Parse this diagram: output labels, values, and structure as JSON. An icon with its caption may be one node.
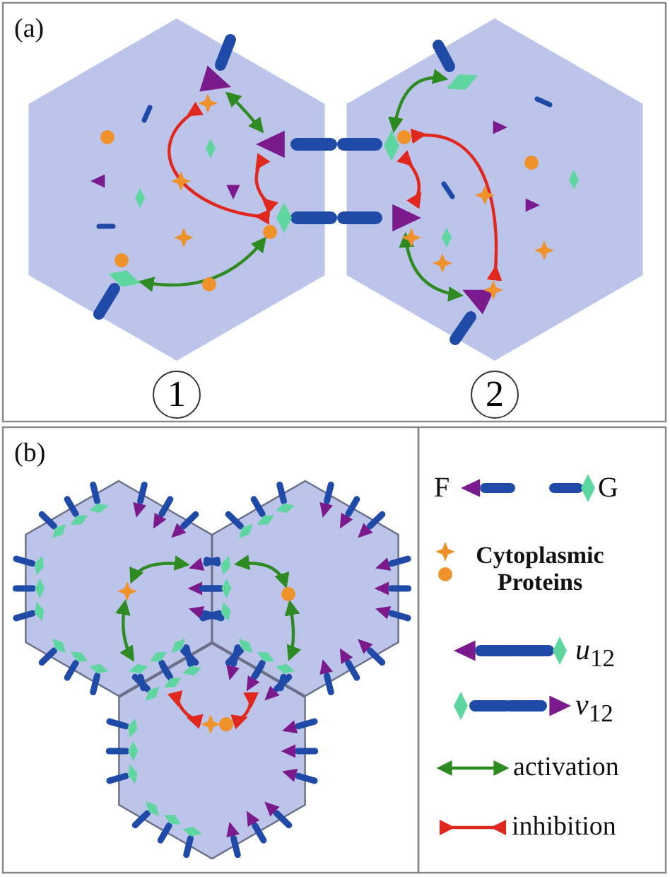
{
  "diagram": {
    "nodes": [
      {
        "text": [
          "1"
        ]
      },
      {
        "text": [
          "2"
        ]
      },
      {
        "text": [],
        "shape": "triangle"
      },
      {
        "text": [],
        "shape": "triangle"
      },
      {
        "text": [],
        "shape": "diamond"
      },
      {
        "text": [],
        "shape": "circle"
      },
      {
        "text": [],
        "shape": "diamond"
      },
      {
        "text": [],
        "shape": "star"
      },
      {
        "text": [],
        "shape": "diamond"
      },
      {
        "text": [],
        "shape": "diamond"
      },
      {
        "text": [],
        "shape": "triangle"
      },
      {
        "text": [],
        "shape": "triangle"
      },
      {
        "text": [],
        "shape": "circle"
      },
      {
        "text": [],
        "shape": "star"
      },
      {
        "text": [],
        "shape": "star"
      },
      {
        "text": [],
        "shape": "circle"
      },
      {
        "text": [],
        "shape": "star"
      },
      {
        "text": [],
        "shape": "circle"
      },
      {
        "text": [],
        "shape": "circle"
      },
      {
        "text": [],
        "shape": "circle"
      },
      {
        "text": [],
        "shape": "circle"
      },
      {
        "text": [],
        "shape": "circle"
      },
      {
        "text": [],
        "shape": "star"
      },
      {
        "text": [],
        "shape": "star"
      },
      {
        "text": [],
        "shape": "star"
      },
      {
        "text": [],
        "shape": "star"
      },
      {
        "text": [],
        "shape": "star"
      },
      {
        "text": [],
        "shape": "star"
      },
      {
        "text": [],
        "shape": "triangle"
      },
      {
        "text": [],
        "shape": "triangle"
      },
      {
        "text": [],
        "shape": "triangle"
      },
      {
        "text": [],
        "shape": "triangle"
      },
      {
        "text": [],
        "shape": "diamond"
      },
      {
        "text": [],
        "shape": "diamond"
      },
      {
        "text": [],
        "shape": "diamond"
      },
      {
        "text": [],
        "shape": "diamond"
      },
      {
        "text": [],
        "shape": "triangle"
      },
      {
        "text": [],
        "shape": "diamond"
      },
      {
        "text": [],
        "shape": "diamond"
      },
      {
        "text": [],
        "shape": "diamond"
      },
      {
        "text": [],
        "shape": "diamond"
      },
      {
        "text": [],
        "shape": "triangle"
      }
    ],
    "edges": [
      {
        "from": 2,
        "to": 3,
        "arrow": "both"
      },
      {
        "from": 4,
        "to": 5,
        "arrow": "both"
      },
      {
        "from": 8,
        "to": 9,
        "arrow": "both"
      },
      {
        "from": 10,
        "to": 11,
        "arrow": "both"
      },
      {
        "from": 7,
        "to": 6,
        "arrow": "other",
        "color": "#e0281e"
      },
      {
        "from": 6,
        "to": 3,
        "arrow": "other",
        "color": "#e0281e"
      },
      {
        "from": 12,
        "to": 13,
        "arrow": "other",
        "color": "#e0281e"
      },
      {
        "from": 10,
        "to": 9,
        "arrow": "other",
        "color": "#e0281e"
      },
      {
        "from": 14,
        "to": 36,
        "arrow": "both"
      },
      {
        "from": 14,
        "to": 37,
        "arrow": "both"
      },
      {
        "from": 15,
        "to": 38,
        "arrow": "both"
      },
      {
        "from": 15,
        "to": 39,
        "arrow": "both"
      },
      {
        "from": 16,
        "to": 40,
        "arrow": "other",
        "color": "#e0281e"
      },
      {
        "from": 17,
        "to": 41,
        "arrow": "other",
        "color": "#e0281e"
      }
    ],
    "labels": [
      "(a)",
      "(b)"
    ],
    "legend": [
      {
        "text": "F"
      },
      {
        "text": "G"
      },
      {
        "text": "Cytoplasmic Proteins"
      },
      {
        "text": "*u*$_{12}$"
      },
      {
        "text": "*v*$_{12}$"
      },
      {
        "text": "activation"
      },
      {
        "text": "inhibition"
      }
    ]
  }
}
